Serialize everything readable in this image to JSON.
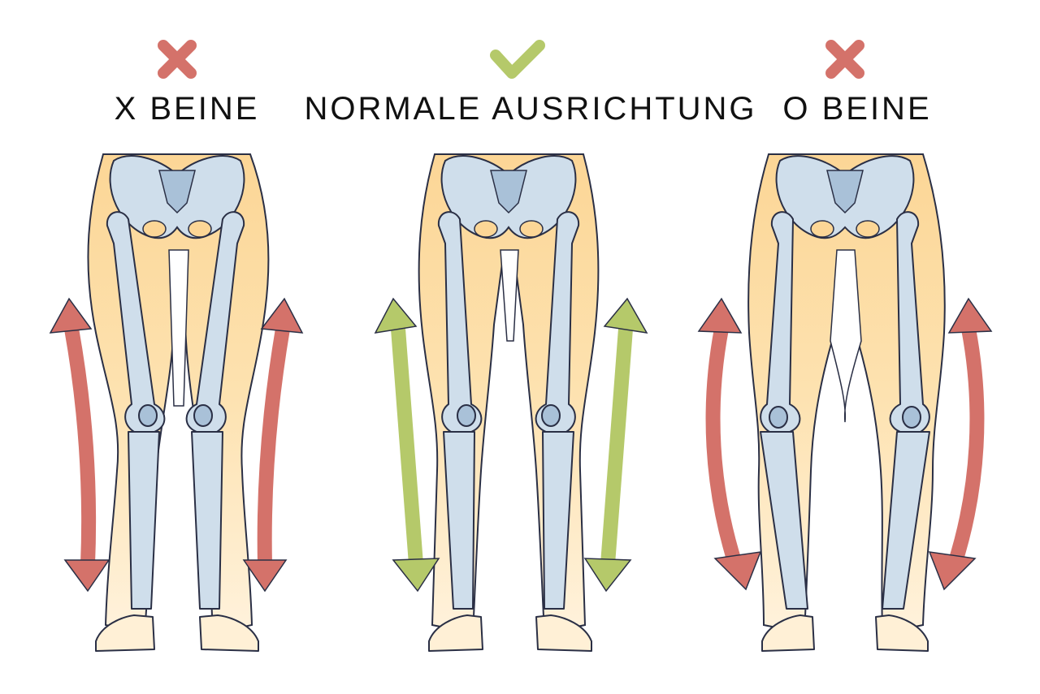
{
  "panels": [
    {
      "id": "x",
      "title": "X BEINE",
      "verdict": "incorrect",
      "verdict_icon": "cross-icon",
      "arrow_color": "#d4726a"
    },
    {
      "id": "normal",
      "title": "NORMALE AUSRICHTUNG",
      "verdict": "correct",
      "verdict_icon": "check-icon",
      "arrow_color": "#b5c96a"
    },
    {
      "id": "o",
      "title": "O BEINE",
      "verdict": "incorrect",
      "verdict_icon": "cross-icon",
      "arrow_color": "#d4726a"
    }
  ],
  "colors": {
    "wrong": "#d4726a",
    "right": "#b5c96a",
    "skin": "#fcd696",
    "skin_light": "#fff0d6",
    "bone": "#cfdeeb",
    "bone_shade": "#a9c1d8",
    "outline": "#2a2f45"
  }
}
